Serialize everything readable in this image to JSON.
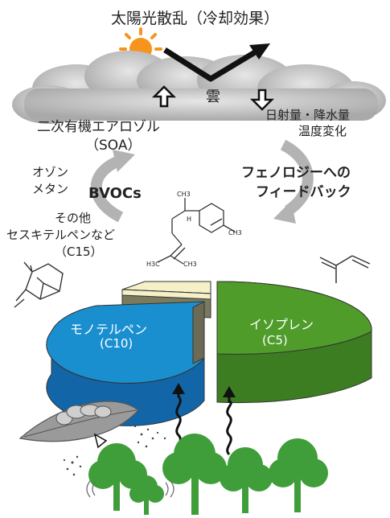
{
  "title": "太陽光散乱（冷却効果）",
  "cloud_label": "雲",
  "soa": {
    "line1": "二次有機エアロゾル",
    "line2": "（SOA）"
  },
  "radiation": {
    "line1": "日射量・降水量",
    "line2": "温度変化"
  },
  "ozone_methane": {
    "line1": "オゾン",
    "line2": "メタン"
  },
  "bvocs": "BVOCs",
  "phenology": {
    "line1": "フェノロジーへの",
    "line2": "フィードバック"
  },
  "others": {
    "line1": "その他",
    "line2": "セスキテルペンなど",
    "line3": "（C15）"
  },
  "monoterpene": {
    "name": "モノテルペン",
    "formula": "(C10)"
  },
  "isoprene": {
    "name": "イソプレン",
    "formula": "(C5)"
  },
  "chem_labels": {
    "ch3_top": "CH3",
    "h": "H",
    "ch3_right": "CH3",
    "h3c": "H3C",
    "ch3_bottom": "CH3"
  },
  "colors": {
    "sun": "#f7941d",
    "cloud": "#c9c9c9",
    "monoterpene": "#1a8fd0",
    "isoprene": "#4f9c2a",
    "others": "#f5f0c8",
    "cycle_arrow": "#b3b3b3",
    "tree": "#3f9e3a"
  }
}
